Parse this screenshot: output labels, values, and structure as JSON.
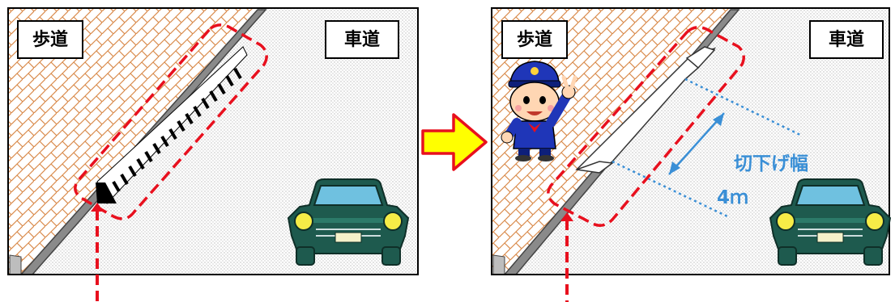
{
  "before_panel": {
    "sidewalk_label": "歩道",
    "roadway_label": "車道"
  },
  "after_panel": {
    "sidewalk_label": "歩道",
    "roadway_label": "車道",
    "cut_width_label": "切下げ幅",
    "cut_width_value": "4ｍ"
  },
  "colors": {
    "sidewalk_pattern": "#d98a4a",
    "highlight_dash": "#e8101e",
    "arrow_fill": "#ffff00",
    "arrow_stroke": "#e8101e",
    "dimension_blue": "#3a8fd6",
    "car_body": "#1e5a4e",
    "car_window": "#6fc1e0",
    "curb_gray": "#8a8a8a"
  },
  "icons": [
    "police-mascot-icon",
    "car-icon",
    "transition-arrow-icon"
  ]
}
